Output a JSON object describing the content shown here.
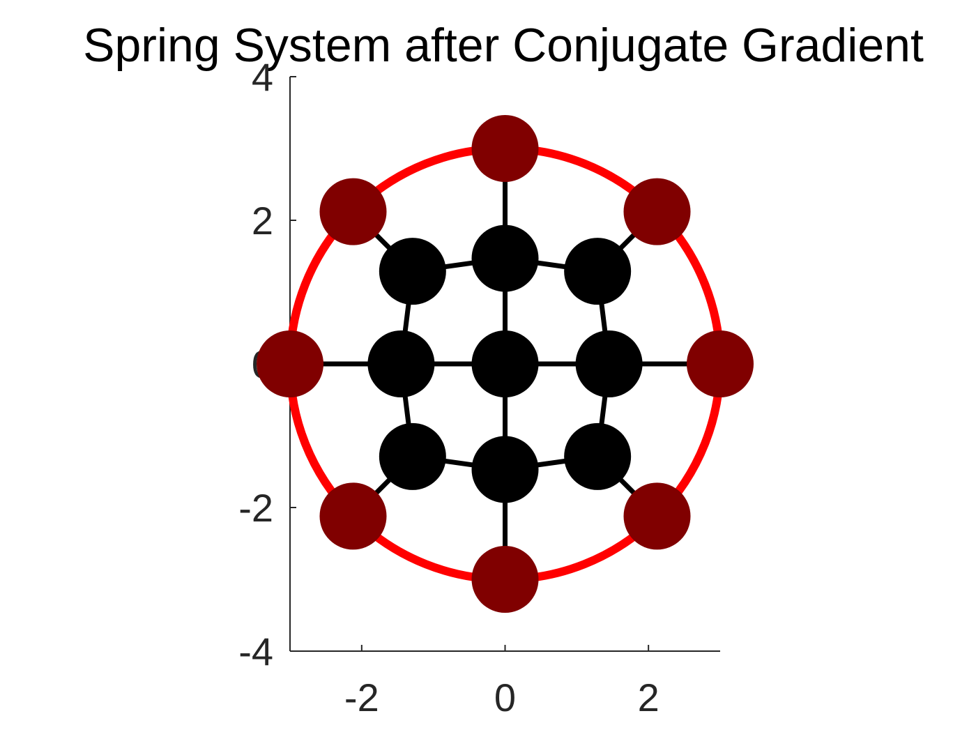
{
  "chart_data": {
    "type": "scatter",
    "title": "Spring System after Conjugate Gradient",
    "xlabel": "",
    "ylabel": "",
    "xlim": [
      -3,
      3
    ],
    "ylim": [
      -4,
      4
    ],
    "xticks": [
      -2,
      0,
      2
    ],
    "yticks": [
      -4,
      -2,
      0,
      2,
      4
    ],
    "xtick_labels": [
      "-2",
      "0",
      "2"
    ],
    "ytick_labels": [
      "-4",
      "-2",
      "0",
      "2",
      "4"
    ],
    "grid": false,
    "boundary_circle": {
      "center": [
        0,
        0
      ],
      "radius": 3,
      "color": "#ff0000"
    },
    "fixed_nodes": {
      "color": "#800000",
      "points": [
        [
          0,
          3
        ],
        [
          2.12,
          2.12
        ],
        [
          3,
          0
        ],
        [
          2.12,
          -2.12
        ],
        [
          0,
          -3
        ],
        [
          -2.12,
          -2.12
        ],
        [
          -3,
          0
        ],
        [
          -2.12,
          2.12
        ]
      ]
    },
    "free_nodes": {
      "color": "#000000",
      "points": [
        [
          0,
          0
        ],
        [
          0,
          1.47
        ],
        [
          0,
          -1.47
        ],
        [
          1.45,
          0
        ],
        [
          -1.45,
          0
        ],
        [
          1.29,
          1.29
        ],
        [
          -1.29,
          1.29
        ],
        [
          1.29,
          -1.29
        ],
        [
          -1.29,
          -1.29
        ]
      ]
    },
    "springs": {
      "color": "#000000",
      "edges": [
        [
          [
            0,
            3
          ],
          [
            0,
            1.47
          ]
        ],
        [
          [
            0,
            1.47
          ],
          [
            0,
            0
          ]
        ],
        [
          [
            0,
            0
          ],
          [
            0,
            -1.47
          ]
        ],
        [
          [
            0,
            -1.47
          ],
          [
            0,
            -3
          ]
        ],
        [
          [
            -3,
            0
          ],
          [
            -1.45,
            0
          ]
        ],
        [
          [
            -1.45,
            0
          ],
          [
            0,
            0
          ]
        ],
        [
          [
            0,
            0
          ],
          [
            1.45,
            0
          ]
        ],
        [
          [
            1.45,
            0
          ],
          [
            3,
            0
          ]
        ],
        [
          [
            -2.12,
            2.12
          ],
          [
            -1.29,
            1.29
          ]
        ],
        [
          [
            2.12,
            2.12
          ],
          [
            1.29,
            1.29
          ]
        ],
        [
          [
            -2.12,
            -2.12
          ],
          [
            -1.29,
            -1.29
          ]
        ],
        [
          [
            2.12,
            -2.12
          ],
          [
            1.29,
            -1.29
          ]
        ],
        [
          [
            -1.29,
            1.29
          ],
          [
            0,
            1.47
          ]
        ],
        [
          [
            0,
            1.47
          ],
          [
            1.29,
            1.29
          ]
        ],
        [
          [
            -1.29,
            -1.29
          ],
          [
            0,
            -1.47
          ]
        ],
        [
          [
            0,
            -1.47
          ],
          [
            1.29,
            -1.29
          ]
        ],
        [
          [
            -1.29,
            1.29
          ],
          [
            -1.45,
            0
          ]
        ],
        [
          [
            -1.45,
            0
          ],
          [
            -1.29,
            -1.29
          ]
        ],
        [
          [
            1.29,
            1.29
          ],
          [
            1.45,
            0
          ]
        ],
        [
          [
            1.45,
            0
          ],
          [
            1.29,
            -1.29
          ]
        ]
      ]
    }
  }
}
